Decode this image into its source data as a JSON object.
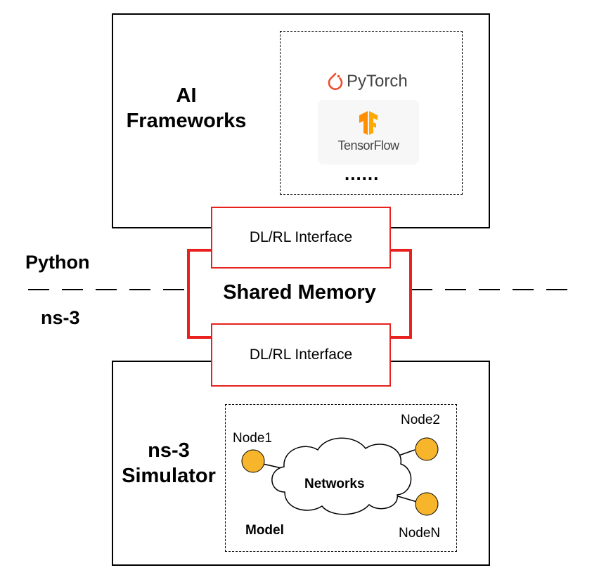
{
  "top_block": {
    "title_line1": "AI",
    "title_line2": "Frameworks",
    "pytorch_label": "PyTorch",
    "tensorflow_label": "TensorFlow",
    "ellipsis": "......"
  },
  "interface_top_label": "DL/RL Interface",
  "interface_bottom_label": "DL/RL Interface",
  "shared_memory_label": "Shared Memory",
  "side_labels": {
    "python": "Python",
    "ns3": "ns-3"
  },
  "bottom_block": {
    "title_line1": "ns-3",
    "title_line2": "Simulator",
    "node1": "Node1",
    "node2": "Node2",
    "nodeN": "NodeN",
    "networks": "Networks",
    "model": "Model"
  },
  "colors": {
    "red_border": "#e8201e",
    "node_fill": "#f7b52c",
    "pytorch_orange": "#ee4c2c",
    "tensorflow_orange": "#ff8f00"
  }
}
